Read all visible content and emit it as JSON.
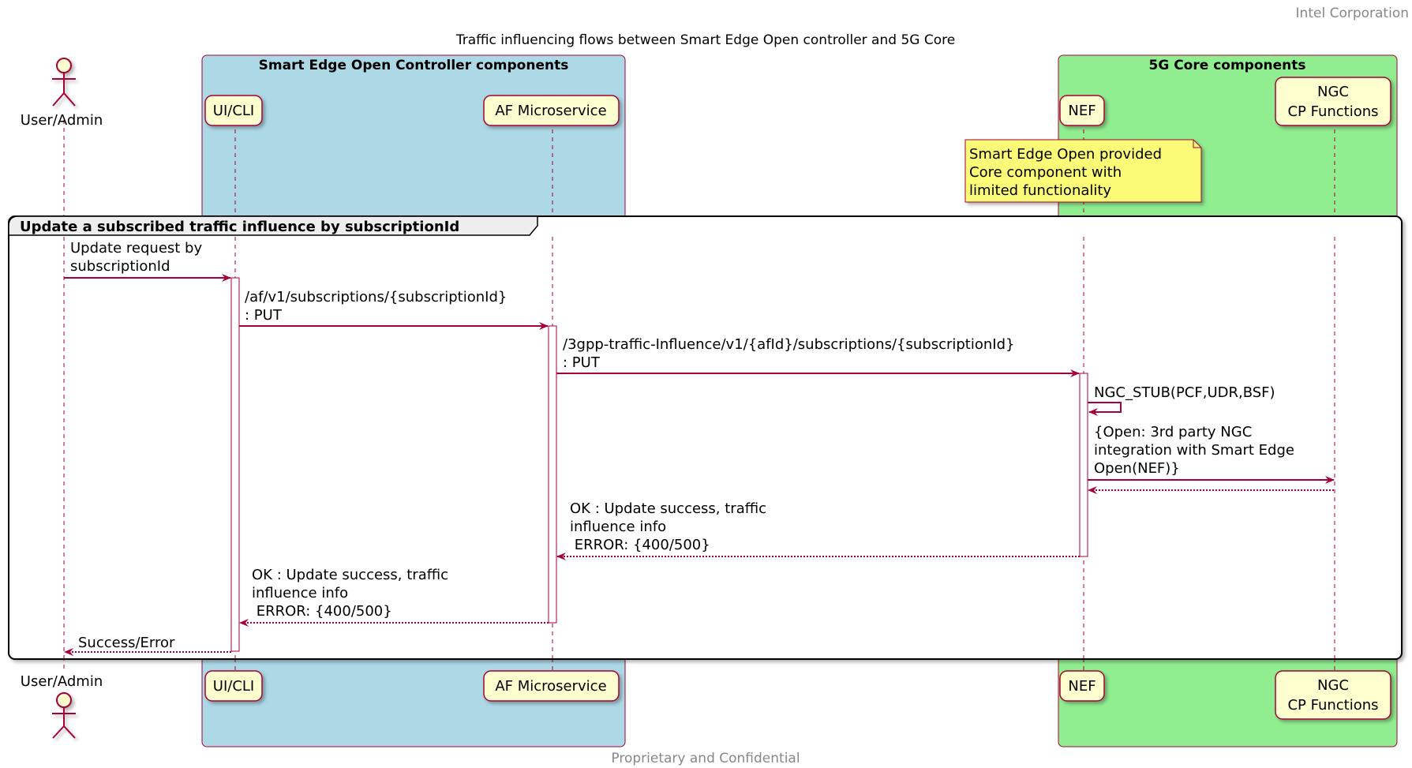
{
  "header": {
    "company": "Intel Corporation"
  },
  "title": "Traffic influencing flows between Smart Edge Open controller and 5G Core",
  "boxes": {
    "seo": {
      "title": "Smart Edge Open Controller components",
      "color": "#add8e6"
    },
    "core": {
      "title": "5G Core components",
      "color": "#90ee90"
    }
  },
  "participants": {
    "user": "User/Admin",
    "uicli": "UI/CLI",
    "af": "AF Microservice",
    "nef": "NEF",
    "ngc_line1": "NGC",
    "ngc_line2": "CP Functions"
  },
  "note": {
    "line1": "Smart Edge Open provided",
    "line2": "Core component with",
    "line3": "limited functionality"
  },
  "group": {
    "label": "Update a subscribed traffic influence by subscriptionId"
  },
  "messages": {
    "m1_line1": "Update request by",
    "m1_line2": "subscriptionId",
    "m2_line1": "/af/v1/subscriptions/{subscriptionId}",
    "m2_line2": ": PUT",
    "m3_line1": "/3gpp-traffic-Influence/v1/{afId}/subscriptions/{subscriptionId}",
    "m3_line2": ": PUT",
    "m4": "NGC_STUB(PCF,UDR,BSF)",
    "m5_line1": "{Open: 3rd party NGC",
    "m5_line2": "integration with Smart Edge",
    "m5_line3": "Open(NEF)}",
    "m7_line1": "OK : Update success, traffic",
    "m7_line2": "influence info",
    "m7_line3": " ERROR: {400/500}",
    "m8_line1": "OK : Update success, traffic",
    "m8_line2": "influence info",
    "m8_line3": " ERROR: {400/500}",
    "m9": "Success/Error"
  },
  "footer": {
    "text": "Proprietary and Confidential"
  },
  "colors": {
    "accent": "#a80036",
    "participant_fill": "#fefece",
    "note_fill": "#fbfb77",
    "header_gray": "#888888"
  }
}
